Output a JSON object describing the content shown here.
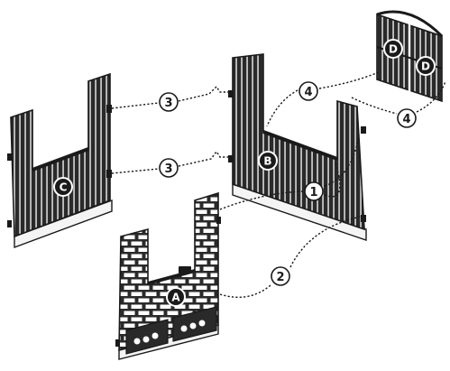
{
  "colors": {
    "ink": "#1a1a1a",
    "panel_fill": "#2a2a2a",
    "panel_base": "#f4f4f4",
    "background": "#ffffff"
  },
  "parts": {
    "A": "A",
    "B": "B",
    "C": "C",
    "D_left": "D",
    "D_right": "D"
  },
  "steps": {
    "one": "1",
    "two": "2",
    "three_top": "3",
    "three_bottom": "3",
    "four_left": "4",
    "four_right": "4"
  }
}
